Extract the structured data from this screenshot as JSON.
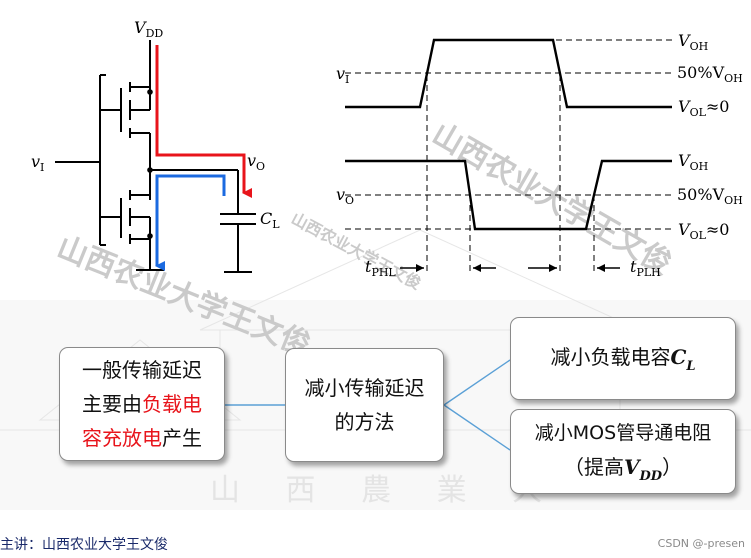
{
  "circuit": {
    "vdd_main": "V",
    "vdd_sub": "DD",
    "vin_main": "v",
    "vin_sub": "I",
    "vout_main": "v",
    "vout_sub": "O",
    "cap_main": "C",
    "cap_sub": "L"
  },
  "waveform": {
    "vi_main": "v",
    "vi_sub": "I",
    "vo_main": "v",
    "vo_sub": "O",
    "voh1_main": "V",
    "voh1_sub": "OH",
    "half1_main": "50%V",
    "half1_sub": "OH",
    "vol1_main": "V",
    "vol1_sub": "OL",
    "vol1_tail": "≈0",
    "voh2_main": "V",
    "voh2_sub": "OH",
    "half2_main": "50%V",
    "half2_sub": "OH",
    "vol2_main": "V",
    "vol2_sub": "OL",
    "vol2_tail": "≈0",
    "tphl_main": "t",
    "tphl_sub": "PHL",
    "tplh_main": "t",
    "tplh_sub": "PLH"
  },
  "mindmap": {
    "box1_line1": "一般传输延迟",
    "box1_line2_pre": "主要由",
    "box1_line2_red": "负载电",
    "box1_line3_red": "容充放电",
    "box1_line3_post": "产生",
    "box2_line1": "减小传输延迟",
    "box2_line2": "的方法",
    "box3_pre": "减小负载电容",
    "box3_main": "C",
    "box3_sub": "L",
    "box4_line1": "减小MOS管导通电阻",
    "box4_line2_pre": "（提高",
    "box4_line2_main": "V",
    "box4_line2_sub": "DD",
    "box4_line2_post": "）"
  },
  "footer": {
    "lecturer": "主讲：山西农业大学王文俊",
    "credit": "CSDN @-presen"
  },
  "watermark": {
    "text": "山西农业大学王文俊",
    "campus_text": "山 西 農 業 大"
  },
  "colors": {
    "charge_path": "#e8141b",
    "discharge_path": "#1b6ae0",
    "box_border": "#8a8a8a",
    "connector": "#5ba0d6",
    "watermark": "#c8c8c8"
  }
}
